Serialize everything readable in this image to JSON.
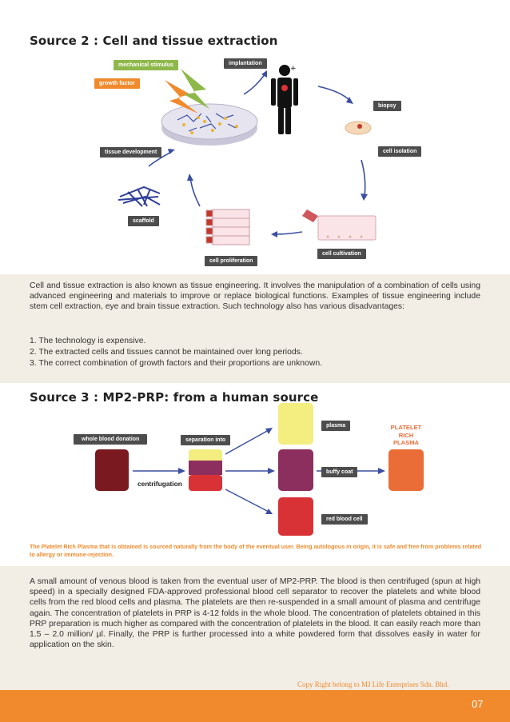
{
  "source2": {
    "heading": "Source 2 : Cell and tissue extraction",
    "diagram_labels": {
      "mechanical": "mechanical stimulus",
      "growth": "growth factor",
      "implantation": "implantation",
      "biopsy": "biopsy",
      "cell_isolation": "cell isolation",
      "cell_cultivation": "cell cultivation",
      "cell_proliferation": "cell proliferation",
      "scaffold": "scaffold",
      "tissue_development": "tissue development"
    },
    "paragraph": "Cell and tissue extraction is also known as tissue engineering. It involves the manipulation of a combination of cells using advanced engineering and materials to improve or replace biological functions. Examples of tissue engineering include stem cell extraction, eye and brain tissue extraction. Such technology also has various disadvantages:",
    "list": [
      "1. The technology is expensive.",
      "2. The extracted cells and tissues cannot be maintained over long periods.",
      "3. The correct combination of growth factors and their proportions are unknown."
    ]
  },
  "source3": {
    "heading": "Source 3 : MP2-PRP: from a human source",
    "diagram_labels": {
      "whole_blood": "whole blood donation",
      "separation": "separation into",
      "centrifugation": "centrifugation",
      "plasma": "plasma",
      "buffy": "buffy coat",
      "red": "red blood cell",
      "prp_line1": "PLATELET",
      "prp_line2": "RICH",
      "prp_line3": "PLASMA"
    },
    "note": "The Platelet Rich Plasma that is obtained is sourced naturally from the body of the eventual user.  Being autologous in origin, it is safe and free from problems related to allergy or immune-rejection.",
    "paragraph": "A small amount of venous blood is taken from the eventual user of MP2-PRP. The blood is then centrifuged (spun at high speed) in a specially designed FDA-approved professional blood cell separator to recover the platelets and white blood cells from the red blood cells and plasma. The platelets are then re-suspended in a small amount of plasma and centrifuge again. The concentration of platelets in PRP is 4-12 folds in the whole blood. The concentration of platelets obtained in this  PRP preparation is much higher as compared with the concentration of platelets in the blood. It can easily reach more than 1.5 – 2.0 million/ µl. Finally, the PRP is further processed into a white powdered form that dissolves easily in water for application on the skin."
  },
  "footer": {
    "copyright": "Copy Right belong to MJ Life Enterprises Sdn. Bhd.",
    "page": "07"
  },
  "colors": {
    "accent": "#f08a2c",
    "band": "#f2ede5",
    "plasma": "#f3ee7f",
    "buffy": "#8c2f5e",
    "red": "#d93236",
    "whole_blood": "#7a1a20",
    "prp": "#ea6d37"
  }
}
